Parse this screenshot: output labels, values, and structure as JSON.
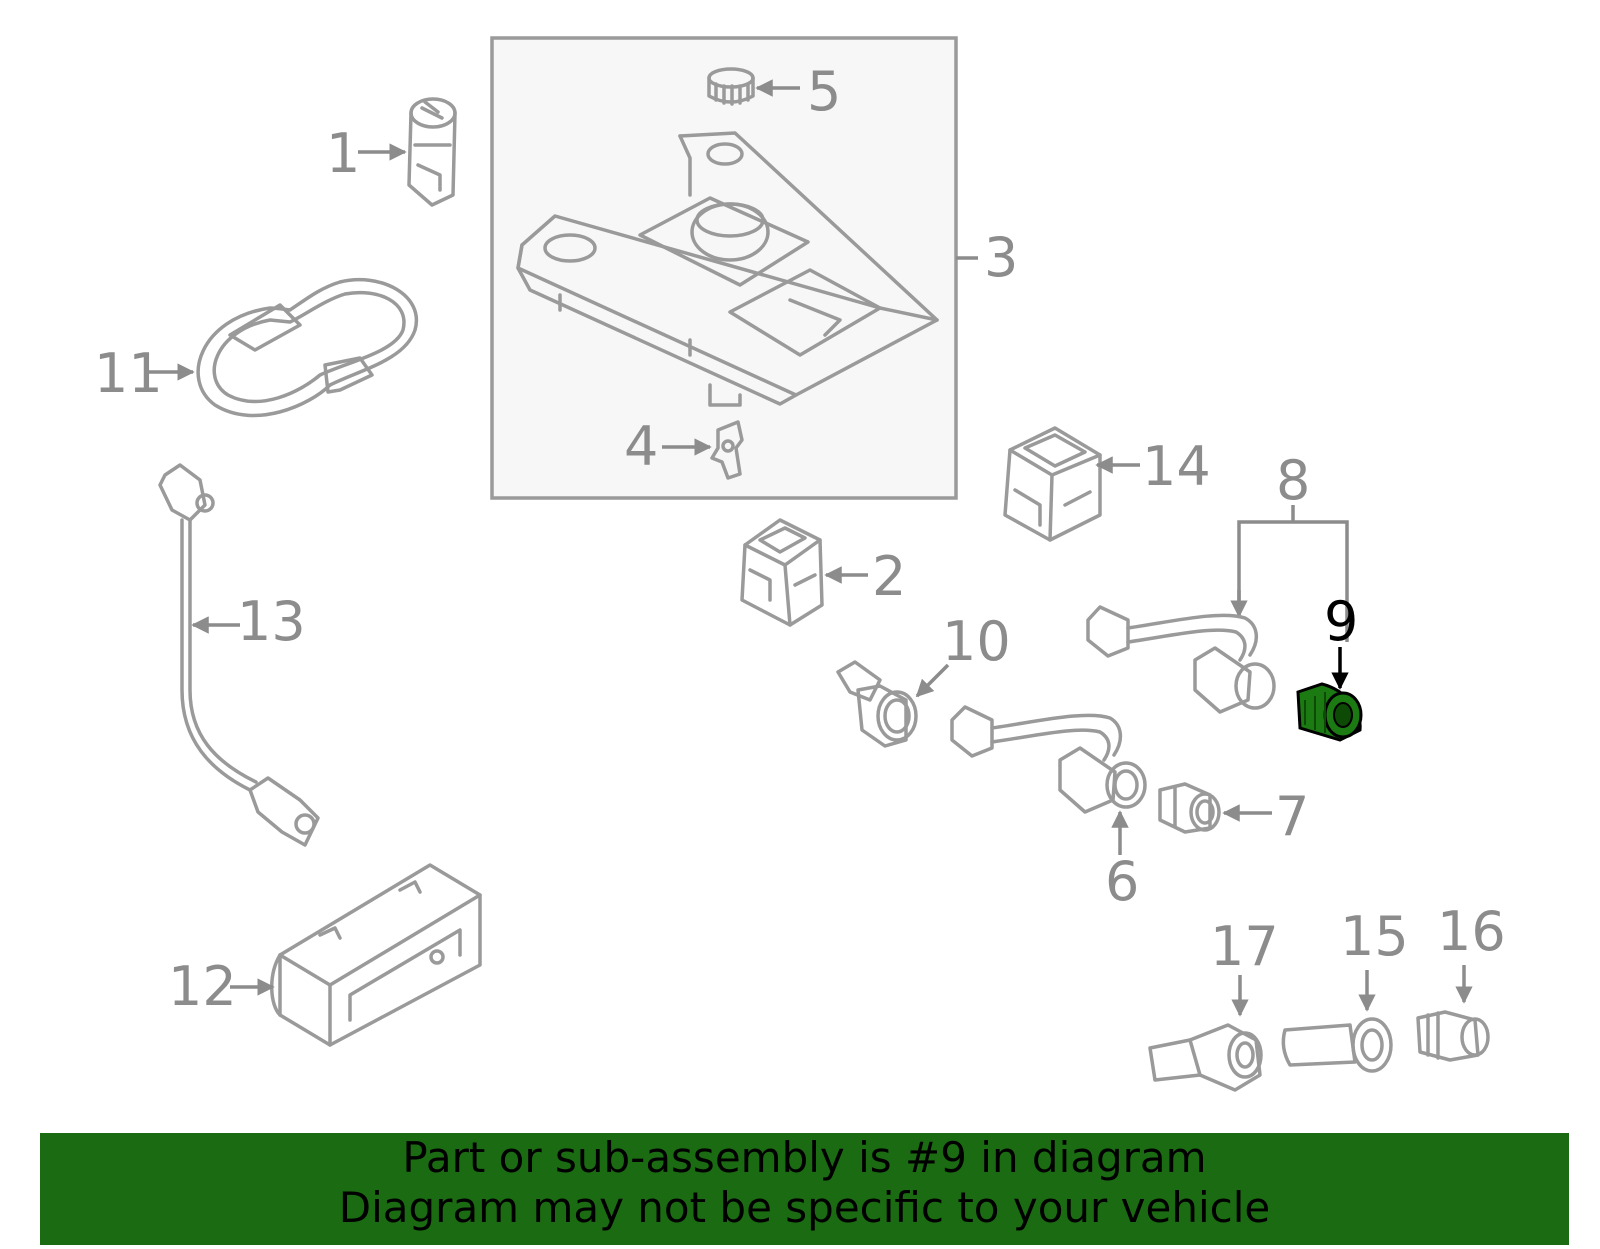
{
  "diagram": {
    "highlight_color": "#1b6b12",
    "line_color": "#9a9a9a",
    "highlighted_callout": "9",
    "callouts": {
      "c1": "1",
      "c2": "2",
      "c3": "3",
      "c4": "4",
      "c5": "5",
      "c6": "6",
      "c7": "7",
      "c8": "8",
      "c9": "9",
      "c10": "10",
      "c11": "11",
      "c12": "12",
      "c13": "13",
      "c14": "14",
      "c15": "15",
      "c16": "16",
      "c17": "17"
    }
  },
  "banner": {
    "line1": "Part or sub-assembly is #9 in diagram",
    "line2": "Diagram may not be specific to your vehicle",
    "background": "#1b6b12"
  }
}
